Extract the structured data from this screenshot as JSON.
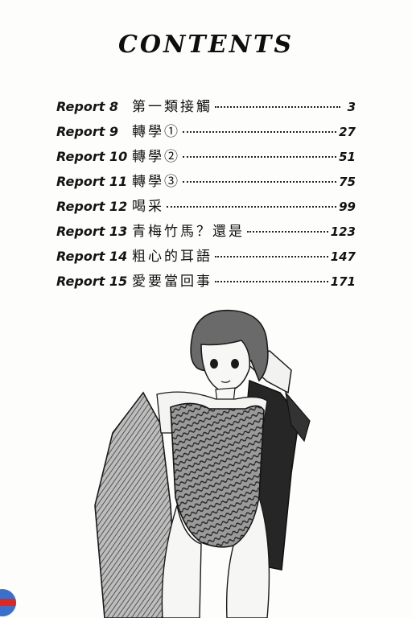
{
  "title": "CONTENTS",
  "entries": [
    {
      "label": "Report 8",
      "title": "第一類接觸",
      "page": "3"
    },
    {
      "label": "Report 9",
      "title": "轉學①",
      "page": "27"
    },
    {
      "label": "Report 10",
      "title": "轉學②",
      "page": "51"
    },
    {
      "label": "Report 11",
      "title": "轉學③",
      "page": "75"
    },
    {
      "label": "Report 12",
      "title": "喝采",
      "page": "99"
    },
    {
      "label": "Report 13",
      "title": "青梅竹馬？還是",
      "page": "123"
    },
    {
      "label": "Report 14",
      "title": "粗心的耳語",
      "page": "147"
    },
    {
      "label": "Report 15",
      "title": "愛要當回事",
      "page": "171"
    }
  ],
  "colors": {
    "ink": "#111111",
    "paper": "#fdfdfb",
    "tab_blue": "#3a6fd0",
    "tab_red": "#e0261d"
  }
}
